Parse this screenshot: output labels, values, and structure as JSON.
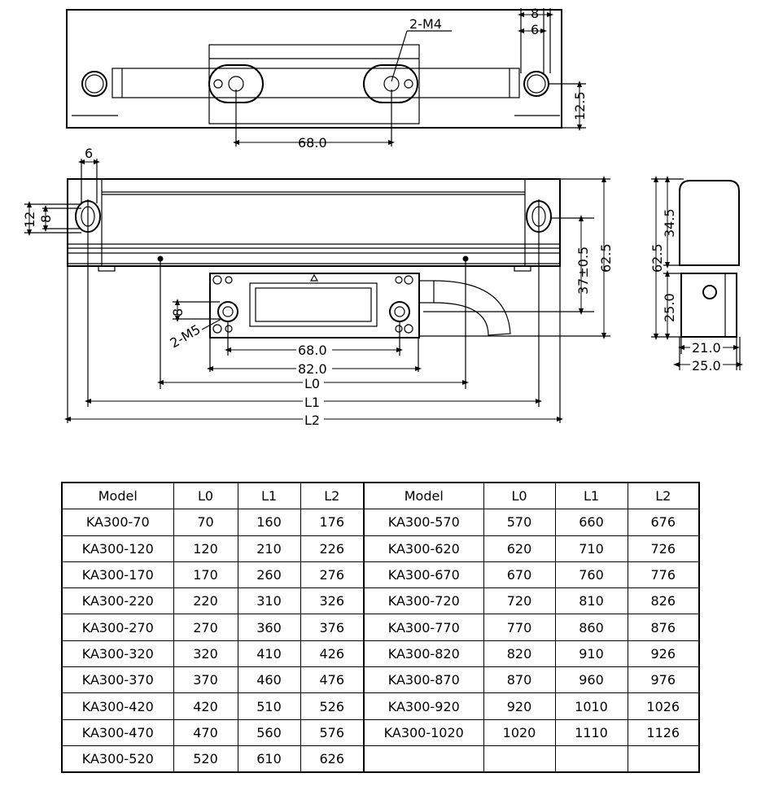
{
  "drawing": {
    "top_view": {
      "thread_label": "2-M4",
      "dim_68": "68.0",
      "dim_8": "8",
      "dim_6": "6",
      "dim_12_5": "12.5"
    },
    "front_view": {
      "dim_6": "6",
      "dim_12": "12",
      "dim_8": "8",
      "dim_8_head": "8",
      "thread_label": "2-M5",
      "dim_68": "68.0",
      "dim_82": "82.0",
      "dim_L0": "L0",
      "dim_L1": "L1",
      "dim_L2": "L2",
      "dim_37": "37±0.5",
      "dim_62_5": "62.5"
    },
    "side_view": {
      "dim_62_5": "62.5",
      "dim_34_5": "34.5",
      "dim_25": "25.0",
      "dim_21": "21.0",
      "dim_25_w": "25.0"
    }
  },
  "table": {
    "headers": [
      "Model",
      "L0",
      "L1",
      "L2"
    ],
    "left_rows": [
      [
        "KA300-70",
        "70",
        "160",
        "176"
      ],
      [
        "KA300-120",
        "120",
        "210",
        "226"
      ],
      [
        "KA300-170",
        "170",
        "260",
        "276"
      ],
      [
        "KA300-220",
        "220",
        "310",
        "326"
      ],
      [
        "KA300-270",
        "270",
        "360",
        "376"
      ],
      [
        "KA300-320",
        "320",
        "410",
        "426"
      ],
      [
        "KA300-370",
        "370",
        "460",
        "476"
      ],
      [
        "KA300-420",
        "420",
        "510",
        "526"
      ],
      [
        "KA300-470",
        "470",
        "560",
        "576"
      ],
      [
        "KA300-520",
        "520",
        "610",
        "626"
      ]
    ],
    "right_rows": [
      [
        "KA300-570",
        "570",
        "660",
        "676"
      ],
      [
        "KA300-620",
        "620",
        "710",
        "726"
      ],
      [
        "KA300-670",
        "670",
        "760",
        "776"
      ],
      [
        "KA300-720",
        "720",
        "810",
        "826"
      ],
      [
        "KA300-770",
        "770",
        "860",
        "876"
      ],
      [
        "KA300-820",
        "820",
        "910",
        "926"
      ],
      [
        "KA300-870",
        "870",
        "960",
        "976"
      ],
      [
        "KA300-920",
        "920",
        "1010",
        "1026"
      ],
      [
        "KA300-1020",
        "1020",
        "1110",
        "1126"
      ]
    ]
  }
}
